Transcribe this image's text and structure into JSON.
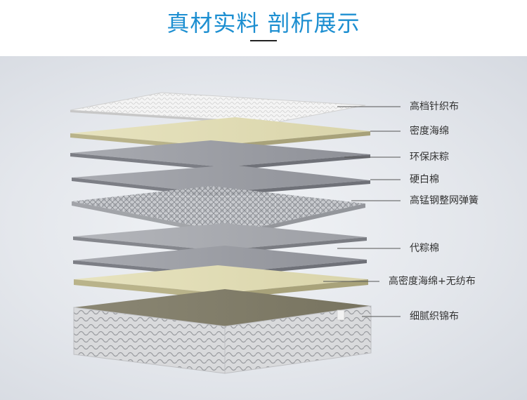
{
  "header": {
    "title": "真材实料  剖析展示"
  },
  "layers": [
    {
      "label": "高档针织布"
    },
    {
      "label": "密度海绵"
    },
    {
      "label": "环保床粽"
    },
    {
      "label": "硬白棉"
    },
    {
      "label": "高锰钢整网弹簧"
    },
    {
      "label": "代粽棉"
    },
    {
      "label": "高密度海绵+无纺布"
    },
    {
      "label": "细腻织锦布"
    }
  ]
}
